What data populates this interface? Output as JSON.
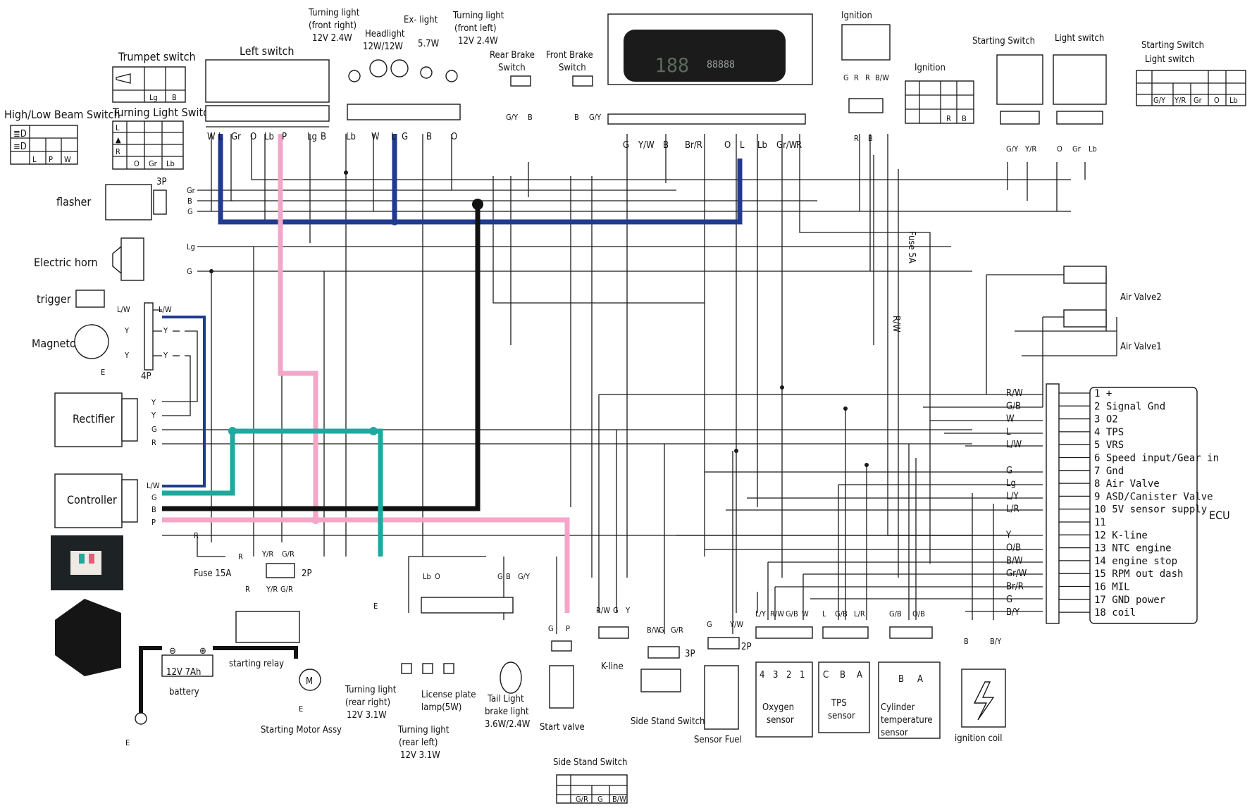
{
  "colors": {
    "blue_wire": "#203a8f",
    "pink_wire": "#f4a6c9",
    "teal_wire": "#1fa99e",
    "black_wire": "#111111",
    "line": "#1a1a1a"
  },
  "components": {
    "hl_beam": {
      "title": "High/Low Beam Switch",
      "cols": [
        "L",
        "P",
        "W"
      ]
    },
    "trumpet": {
      "title": "Trumpet switch",
      "cols": [
        "Lg",
        "B"
      ]
    },
    "turn_sw": {
      "title": "Turning Light Switch",
      "rows": [
        "L",
        "▲",
        "R"
      ],
      "cols": [
        "O",
        "Gr",
        "Lb"
      ]
    },
    "left_switch": {
      "title": "Left switch",
      "wires": [
        "W",
        "L",
        "Gr",
        "O",
        "Lb",
        "P",
        "Lg",
        "B"
      ]
    },
    "lights_front": {
      "turn_fr": [
        "Turning light",
        "(front right)",
        "12V 2.4W"
      ],
      "headlight": [
        "Headlight",
        "12W/12W"
      ],
      "ex_light": [
        "Ex- light",
        "5.7W"
      ],
      "turn_fl": [
        "Turning light",
        "(front left)",
        "12V 2.4W"
      ],
      "wires": [
        "Lb",
        "W",
        "L",
        "G",
        "B",
        "O"
      ]
    },
    "rear_brake": {
      "title": [
        "Rear Brake",
        "Switch"
      ],
      "wires": [
        "G/Y",
        "B"
      ]
    },
    "front_brake": {
      "title": [
        "Front Brake",
        "Switch"
      ],
      "wires": [
        "B",
        "G/Y"
      ]
    },
    "dash": {
      "wires": [
        "G",
        "Y/W",
        "B",
        "Br/R",
        "O",
        "L",
        "Lb",
        "Gr/W",
        "R"
      ]
    },
    "ignition": {
      "title": "Ignition",
      "wires": [
        "G",
        "R",
        "R",
        "B/W"
      ],
      "bottom": [
        "R",
        "B"
      ]
    },
    "ignition_table": {
      "title": "Ignition",
      "cols": [
        "R",
        "B"
      ]
    },
    "starting_switch": {
      "title": "Starting Switch",
      "wires": [
        "G/Y",
        "Y/R"
      ]
    },
    "light_switch": {
      "title": "Light switch",
      "wires": [
        "O",
        "Gr",
        "Lb"
      ]
    },
    "start_light_switch": {
      "title": [
        "Starting Switch",
        "Light switch"
      ],
      "cols": [
        "G/Y",
        "Y/R",
        "Gr",
        "O",
        "Lb"
      ]
    },
    "flasher": {
      "label": "flasher",
      "conn": "3P",
      "wires": [
        "Gr",
        "B",
        "G"
      ]
    },
    "horn": {
      "label": "Electric horn",
      "wires": [
        "Lg",
        "G"
      ]
    },
    "magneto": {
      "trigger": "trigger",
      "label": "Magneto",
      "conn": "4P",
      "wires_left": [
        "L/W",
        "Y",
        "Y"
      ],
      "wires_right": [
        "L/W",
        "Y",
        "Y"
      ],
      "ground": "E"
    },
    "rectifier": {
      "label": "Rectifier",
      "wires": [
        "Y",
        "Y",
        "G",
        "R"
      ]
    },
    "controller": {
      "label": "Controller",
      "wires": [
        "L/W",
        "G",
        "B",
        "P"
      ]
    },
    "fuse15": {
      "label": "Fuse 15A",
      "wires": [
        "R",
        "R"
      ]
    },
    "relay": {
      "label": "starting relay",
      "conn": "2P",
      "wires": [
        "R",
        "Y/R",
        "G/R",
        "Y/R",
        "G/R"
      ]
    },
    "battery": {
      "label": "battery",
      "rating": "12V 7Ah",
      "minus": "⊖",
      "plus": "⊕",
      "ground": "E"
    },
    "motor": {
      "label": "Starting Motor Assy",
      "symbol": "M",
      "ground": "E"
    },
    "rear_lights": {
      "turn_rr": [
        "Turning light",
        "(rear right)",
        "12V 3.1W"
      ],
      "turn_rl": [
        "Turning light",
        "(rear left)",
        "12V 3.1W"
      ],
      "plate": [
        "License plate",
        "lamp(5W)"
      ],
      "tail": [
        "Tail Light",
        "brake light",
        "3.6W/2.4W"
      ],
      "wires": [
        "Lb",
        "O",
        "G",
        "B",
        "G/Y"
      ],
      "ground": "E"
    },
    "start_valve": {
      "label": "Start valve",
      "wires": [
        "G",
        "P"
      ]
    },
    "kline": {
      "label": "K-line",
      "wires": [
        "R/W",
        "G",
        "Y"
      ]
    },
    "side_stand": {
      "label": "Side Stand Switch",
      "conn": "3P",
      "wires": [
        "B/W",
        "G",
        "G/R"
      ]
    },
    "fuel": {
      "label": "Sensor Fuel",
      "conn": "2P",
      "wires": [
        "G",
        "Y/W"
      ]
    },
    "oxygen": {
      "label": [
        "Oxygen",
        "sensor"
      ],
      "pins": [
        "4",
        "3",
        "2",
        "1"
      ],
      "wires": [
        "L/Y",
        "R/W",
        "G/B",
        "W"
      ]
    },
    "tps": {
      "label": [
        "TPS",
        "sensor"
      ],
      "pins": [
        "C",
        "B",
        "A"
      ],
      "wires": [
        "L",
        "G/B",
        "L/R"
      ]
    },
    "cyl": {
      "label": [
        "Cylinder",
        "temperature",
        "sensor"
      ],
      "pins": [
        "B",
        "A"
      ],
      "wires": [
        "G/B",
        "O/B"
      ]
    },
    "coil": {
      "label": "ignition coil",
      "wires": [
        "B",
        "B/Y"
      ]
    },
    "fuse5": {
      "label": "Fuse 5A",
      "wire": "R/W"
    },
    "air_valve2": {
      "label": "Air Valve2"
    },
    "air_valve1": {
      "label": "Air Valve1"
    },
    "side_stand_table": {
      "title": "Side Stand Switch",
      "cols": [
        "G/R",
        "G",
        "B/W"
      ]
    }
  },
  "ecu": {
    "label": "ECU",
    "pins": [
      {
        "wire": "R/W",
        "desc": "1  +"
      },
      {
        "wire": "G/B",
        "desc": "2 Signal Gnd"
      },
      {
        "wire": "W",
        "desc": "3  O2"
      },
      {
        "wire": "L",
        "desc": "4  TPS"
      },
      {
        "wire": "L/W",
        "desc": "5  VRS"
      },
      {
        "wire": "",
        "desc": "6 Speed input/Gear in"
      },
      {
        "wire": "G",
        "desc": "7  Gnd"
      },
      {
        "wire": "Lg",
        "desc": "8 Air Valve"
      },
      {
        "wire": "L/Y",
        "desc": "9 ASD/Canister Valve"
      },
      {
        "wire": "L/R",
        "desc": "10  5V sensor supply"
      },
      {
        "wire": "",
        "desc": "11"
      },
      {
        "wire": "Y",
        "desc": "12 K-line"
      },
      {
        "wire": "O/B",
        "desc": "13 NTC engine"
      },
      {
        "wire": "B/W",
        "desc": "14 engine stop"
      },
      {
        "wire": "Gr/W",
        "desc": "15 RPM out dash"
      },
      {
        "wire": "Br/R",
        "desc": "16 MIL"
      },
      {
        "wire": "G",
        "desc": "17  GND power"
      },
      {
        "wire": "B/Y",
        "desc": "18  coil"
      }
    ]
  }
}
